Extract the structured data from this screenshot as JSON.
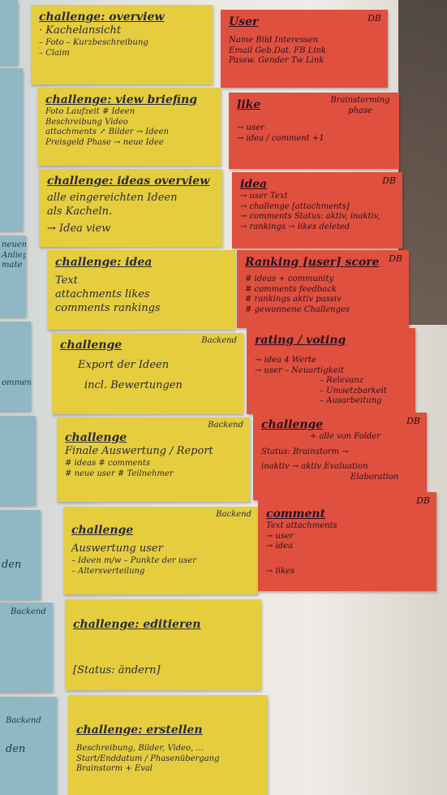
{
  "yellow": [
    {
      "title": "challenge: overview",
      "lines": [
        "· Kachelansicht",
        "– Foto  – Kurzbeschreibung",
        "– Claim"
      ]
    },
    {
      "title": "challenge: view briefing",
      "lines": [
        "Foto   Laufzeit   # Ideen",
        "Beschreibung   Video",
        "attachments ↗ Bilder  → Ideen",
        "Preisgeld   Phase   → neue Idee"
      ]
    },
    {
      "title": "challenge: ideas overview",
      "lines": [
        "alle eingereichten Ideen",
        "als Kacheln.",
        "→ Idea view"
      ]
    },
    {
      "title": "challenge: idea",
      "lines": [
        "Text",
        "attachments   likes",
        "comments   rankings"
      ]
    },
    {
      "title": "challenge",
      "tag": "Backend",
      "lines": [
        "Export der Ideen",
        "incl. Bewertungen"
      ]
    },
    {
      "title": "challenge",
      "tag": "Backend",
      "lines": [
        "Finale Auswertung / Report",
        "# ideas  # comments",
        "# neue user  # Teilnehmer"
      ]
    },
    {
      "title": "challenge",
      "tag": "Backend",
      "lines": [
        "Auswertung user",
        "– Ideen  m/w  – Punkte der user",
        "– Altersverteilung"
      ]
    },
    {
      "title": "challenge: editieren",
      "lines": [
        "",
        "[Status: ändern]"
      ]
    },
    {
      "title": "challenge: erstellen",
      "lines": [
        "Beschreibung, Bilder, Video, ...",
        "Start/Enddatum / Phasenübergang",
        "Brainstorm + Eval"
      ]
    }
  ],
  "red": [
    {
      "title": "User",
      "db": "DB",
      "lines": [
        "Name   Bild   Interessen",
        "Email   Geb.Dat.   FB Link",
        "Passw.   Gender   Tw Link"
      ]
    },
    {
      "title": "like",
      "db": "Brainstorming phase",
      "lines": [
        "→ user",
        "→ idea / comment   +1"
      ]
    },
    {
      "title": "idea",
      "db": "DB",
      "lines": [
        "→ user   Text",
        "→ challenge   [attachments]",
        "→ comments   Status: aktiv, inaktiv,",
        "→ rankings   → likes   deleted"
      ]
    },
    {
      "title": "Ranking [user] score",
      "db": "DB",
      "lines": [
        "# ideas   + community",
        "# comments   feedback",
        "# rankings   aktiv   passiv",
        "# gewonnene Challenges"
      ]
    },
    {
      "title": "rating / voting",
      "db": "",
      "lines": [
        "→ idea   4 Werte",
        "→ user   – Neuartigkeit",
        "– Relevanz",
        "– Umsetzbarkeit",
        "– Ausarbeitung"
      ]
    },
    {
      "title": "challenge",
      "db": "DB",
      "lines": [
        "+ alle von Folder",
        "Status:   Brainstorm →",
        "inaktiv → aktiv   Evaluation",
        "Elaboration"
      ]
    },
    {
      "title": "comment",
      "db": "DB",
      "lines": [
        "Text   attachments",
        "→ user",
        "→ idea",
        "→ likes"
      ]
    }
  ],
  "blue": [
    {
      "lines": [
        ""
      ]
    },
    {
      "lines": [
        "neuem",
        "Anliegen",
        "mate"
      ]
    },
    {
      "lines": [
        "omments"
      ]
    },
    {
      "lines": [
        "den"
      ]
    },
    {
      "lines": [
        "Backend"
      ]
    },
    {
      "lines": [
        "Backend",
        "den"
      ]
    }
  ]
}
